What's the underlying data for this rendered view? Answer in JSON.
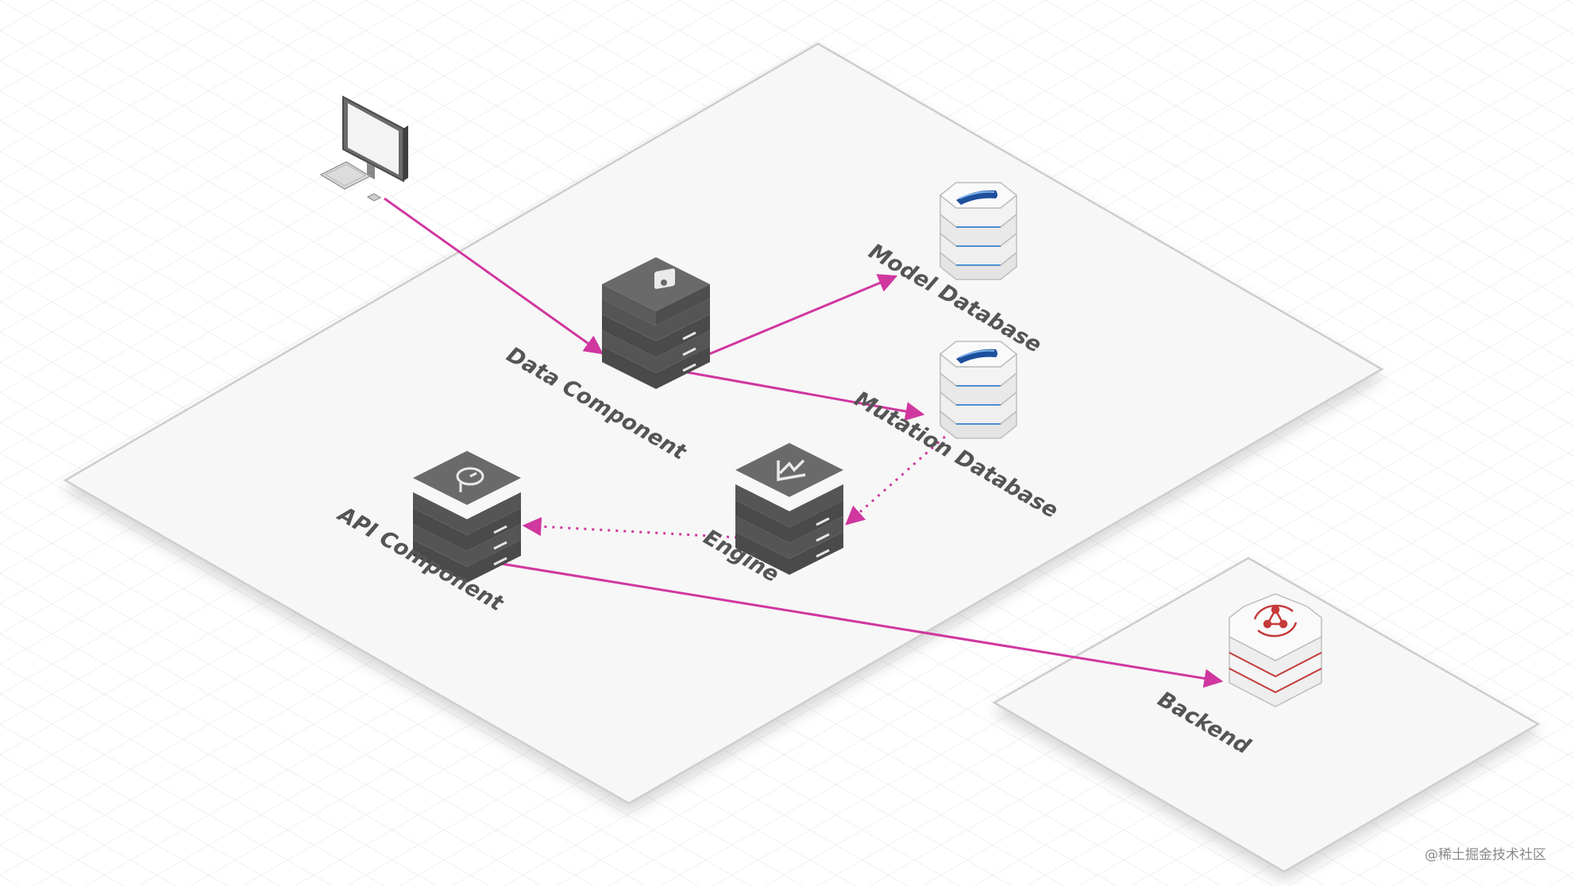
{
  "diagram": {
    "nodes": {
      "client": {
        "icon": "desktop-computer-icon"
      },
      "data_component": {
        "label": "Data Component",
        "icon": "server-stack-icon"
      },
      "model_database": {
        "label": "Model Database",
        "icon": "database-icon"
      },
      "mutation_database": {
        "label": "Mutation Database",
        "icon": "database-icon"
      },
      "engine": {
        "label": "Engine",
        "icon": "server-stack-icon"
      },
      "api_component": {
        "label": "API Component",
        "icon": "server-stack-icon"
      },
      "backend": {
        "label": "Backend",
        "icon": "sync-network-icon"
      }
    },
    "edges": [
      {
        "from": "client",
        "to": "data_component",
        "style": "solid"
      },
      {
        "from": "data_component",
        "to": "model_database",
        "style": "solid"
      },
      {
        "from": "data_component",
        "to": "mutation_database",
        "style": "solid"
      },
      {
        "from": "mutation_database",
        "to": "engine",
        "style": "dotted"
      },
      {
        "from": "engine",
        "to": "api_component",
        "style": "dotted"
      },
      {
        "from": "api_component",
        "to": "backend",
        "style": "solid"
      }
    ],
    "colors": {
      "edge": "#d0379f",
      "server_dark": "#575757",
      "database_accent": "#1d4f9c",
      "backend_accent": "#c63a3a",
      "platform": "#f7f7f7"
    }
  },
  "watermark": "@稀土掘金技术社区"
}
